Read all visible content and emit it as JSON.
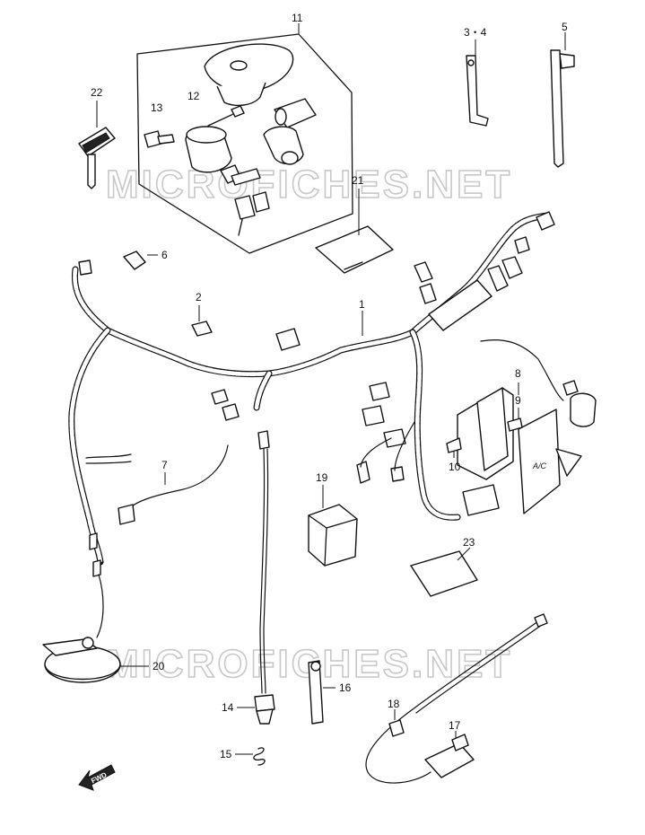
{
  "watermarks": [
    "MICROFICHES.NET",
    "MICROFICHES.NET"
  ],
  "fwd_label": "FWD",
  "box_sticker": "A/C",
  "callouts": {
    "c1": "1",
    "c2": "2",
    "c34": "3・4",
    "c5": "5",
    "c6": "6",
    "c7": "7",
    "c8": "8",
    "c9": "9",
    "c10": "10",
    "c11": "11",
    "c12": "12",
    "c13": "13",
    "c14": "14",
    "c15": "15",
    "c16": "16",
    "c17": "17",
    "c18": "18",
    "c19": "19",
    "c20": "20",
    "c21": "21",
    "c22": "22",
    "c23": "23"
  }
}
